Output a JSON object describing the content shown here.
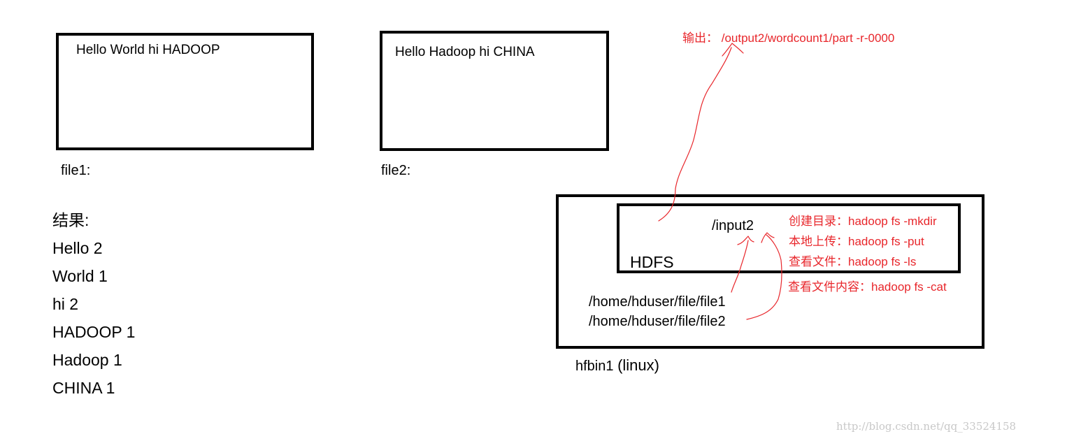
{
  "file1": {
    "content": "Hello World hi HADOOP",
    "label": "file1:"
  },
  "file2": {
    "content": "Hello Hadoop hi CHINA",
    "label": "file2:"
  },
  "result": {
    "title": "结果:",
    "lines": [
      "Hello 2",
      "World 1",
      "hi 2",
      "HADOOP 1",
      "Hadoop 1",
      "CHINA 1"
    ]
  },
  "output_note": "输出： /output2/wordcount1/part  -r-0000",
  "hdfs": {
    "label": "HDFS",
    "dir": "/input2",
    "commands": [
      "创建目录：hadoop fs -mkdir",
      "本地上传：hadoop fs -put",
      "查看文件：hadoop fs -ls",
      "查看文件内容：hadoop fs -cat"
    ]
  },
  "linux": {
    "paths": [
      "/home/hduser/file/file1",
      "/home/hduser/file/file2"
    ],
    "host": "hfbin1",
    "host_suffix": "(linux)"
  },
  "watermark": "http://blog.csdn.net/qq_33524158",
  "colors": {
    "annotation": "#e8262b",
    "border": "#000000",
    "watermark": "#c8c8c8"
  }
}
